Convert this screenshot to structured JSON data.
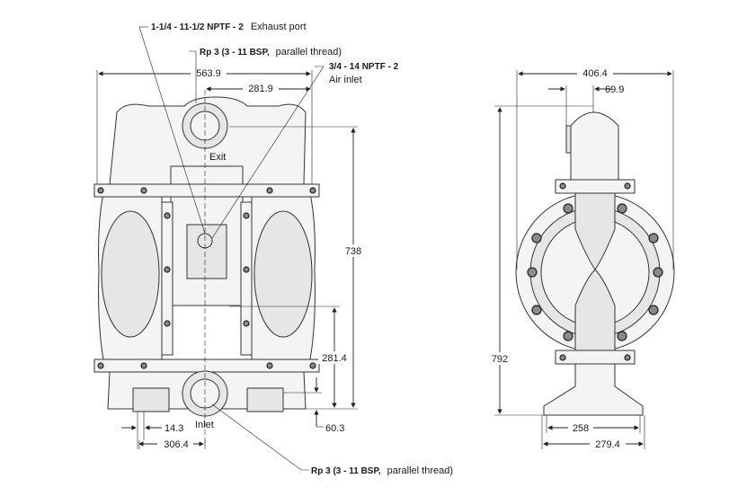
{
  "callouts": {
    "exhaust_port_thread": "1-1/4 - 11-1/2 NPTF - 2",
    "exhaust_port_name": "Exhaust port",
    "outlet_thread": "Rp 3 (3 - 11 BSP,",
    "outlet_thread_note": "parallel thread)",
    "air_inlet_thread": "3/4 - 14 NPTF - 2",
    "air_inlet_name": "Air inlet",
    "exit_label": "Exit",
    "inlet_label": "Inlet",
    "inlet_thread": "Rp 3 (3 - 11 BSP,",
    "inlet_thread_note": "parallel thread)"
  },
  "front_view_dims": {
    "overall_width": "563.9",
    "half_width": "281.9",
    "overall_height": "738",
    "inlet_centerline_height": "281.4",
    "foot_offset": "14.3",
    "inlet_offset": "306.4",
    "base_height": "60.3"
  },
  "side_view_dims": {
    "overall_depth": "406.4",
    "exhaust_offset": "69.9",
    "overall_height": "792",
    "foot_span_inner": "258",
    "foot_span_outer": "279.4"
  }
}
